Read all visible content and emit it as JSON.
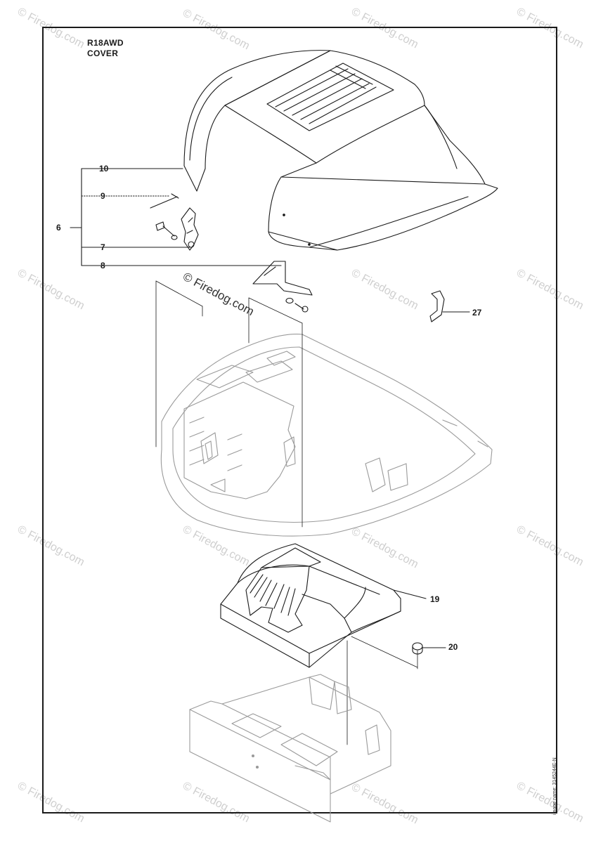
{
  "header": {
    "model": "R18AWD",
    "section": "COVER"
  },
  "callouts": {
    "c6": "6",
    "c7": "7",
    "c8": "8",
    "c9": "9",
    "c10": "10",
    "c19": "19",
    "c20": "20",
    "c27": "27"
  },
  "watermark": {
    "center_text": "© Firedog.com",
    "repeat_text": "© Firedog.com"
  },
  "image_code": "image name: 3145244E-N",
  "colors": {
    "line": "#1a1a1a",
    "watermark": "#cfcfcf",
    "background": "#ffffff"
  }
}
